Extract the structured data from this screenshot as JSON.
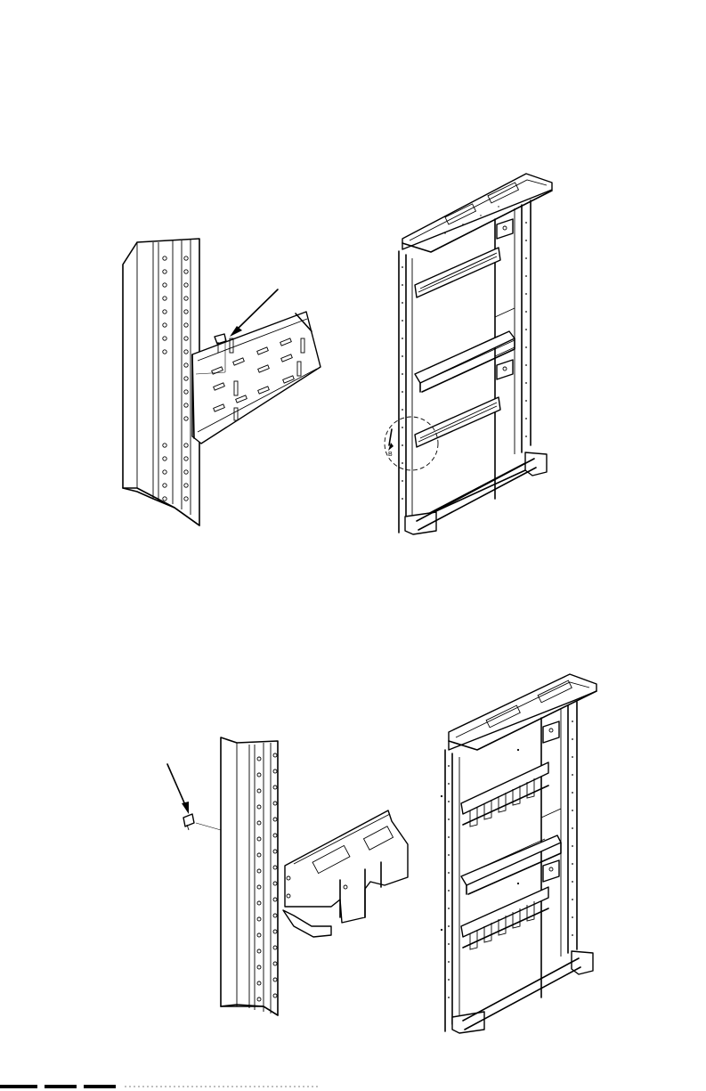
{
  "figures": [
    {
      "id": "figure-top",
      "detail_callout": "B"
    },
    {
      "id": "figure-bottom"
    }
  ],
  "colors": {
    "line": "#000000",
    "paper": "#ffffff"
  }
}
